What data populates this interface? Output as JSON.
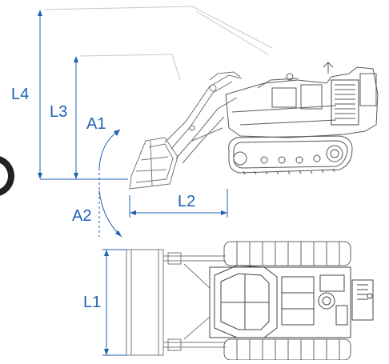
{
  "labels": {
    "L1": "L1",
    "L2": "L2",
    "L3": "L3",
    "L4": "L4",
    "A1": "A1",
    "A2": "A2"
  },
  "colors": {
    "dimension": "#1f5fb5",
    "drawing": "#8a8a8a",
    "drawing_dark": "#3a3a3a",
    "edge_circle": "#222222"
  }
}
